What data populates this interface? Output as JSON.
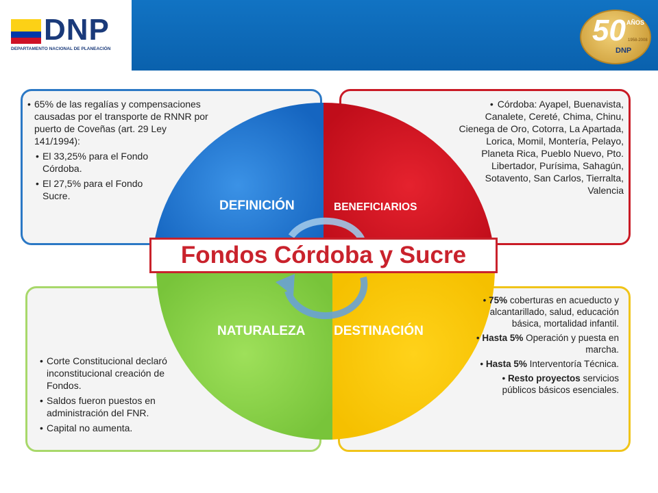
{
  "header": {
    "logo_text": "DNP",
    "logo_subtitle": "DEPARTAMENTO NACIONAL DE PLANEACIÓN",
    "badge_number": "50",
    "badge_anos": "AÑOS",
    "badge_years": "1958-2008",
    "badge_dnp": "DNP"
  },
  "title": "Fondos Córdoba y Sucre",
  "quadrants": {
    "definicion": "DEFINICIÓN",
    "beneficiarios": "BENEFICIARIOS",
    "naturaleza": "NATURALEZA",
    "destinacion": "DESTINACIÓN"
  },
  "definicion": {
    "main": "65% de las regalías y compensaciones causadas por el transporte de RNNR por puerto de Coveñas (art. 29 Ley 141/1994):",
    "sub1": "El 33,25% para el Fondo Córdoba.",
    "sub2": "El 27,5% para el Fondo Sucre."
  },
  "beneficiarios": {
    "text": "Córdoba: Ayapel, Buenavista, Canalete, Cereté, Chima, Chinu, Cienega de Oro, Cotorra, La Apartada, Lorica, Momil, Montería, Pelayo, Planeta Rica, Pueblo Nuevo, Pto. Libertador, Purísima, Sahagún, Sotavento, San Carlos, Tierralta, Valencia"
  },
  "naturaleza": {
    "item1": "Corte Constitucional declaró inconstitucional creación de Fondos.",
    "item2": "Saldos fueron puestos en administración del FNR.",
    "item3": "Capital no aumenta."
  },
  "destinacion": {
    "b1": "75%",
    "t1": "coberturas en acueducto y alcantarillado, salud, educación básica, mortalidad infantil.",
    "b2": "Hasta 5%",
    "t2": "Operación y puesta en marcha.",
    "b3": "Hasta 5%",
    "t3": "Interventoría Técnica.",
    "b4": "Resto proyectos",
    "t4": "servicios públicos básicos esenciales."
  },
  "colors": {
    "blue": "#2b78c5",
    "red": "#c91a25",
    "green": "#8fd14f",
    "yellow": "#ffcc00",
    "header": "#0a61ad"
  }
}
